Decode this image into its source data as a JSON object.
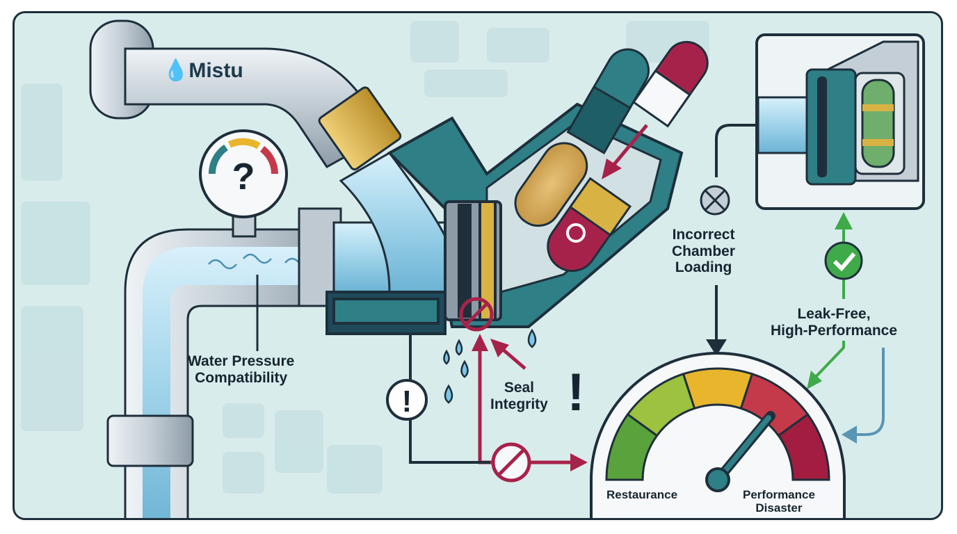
{
  "brand": {
    "name": "Mistu",
    "icon": "water-drop-icon"
  },
  "labels": {
    "water_pressure": [
      "Water Pressure",
      "Compatibility"
    ],
    "seal_integrity": [
      "Seal",
      "Integrity"
    ],
    "incorrect_loading": [
      "Incorrect",
      "Chamber",
      "Loading"
    ],
    "leak_free": [
      "Leak-Free,",
      "High-Performance"
    ]
  },
  "gauge": {
    "left_label": "Restaurance",
    "right_label": [
      "Performance",
      "Disaster"
    ],
    "zones": [
      "#5aa33c",
      "#9cc240",
      "#e8b52c",
      "#c53a4a",
      "#a31d40"
    ]
  },
  "colors": {
    "outline": "#1e2f3b",
    "background": "#d9ecec",
    "teal": "#2e7f86",
    "crimson": "#a7224a",
    "brass": "#d9b244",
    "water": "#a8d8ec",
    "success": "#3faa4a"
  },
  "symbols": {
    "pressure_gauge": "?",
    "warning": "!"
  }
}
